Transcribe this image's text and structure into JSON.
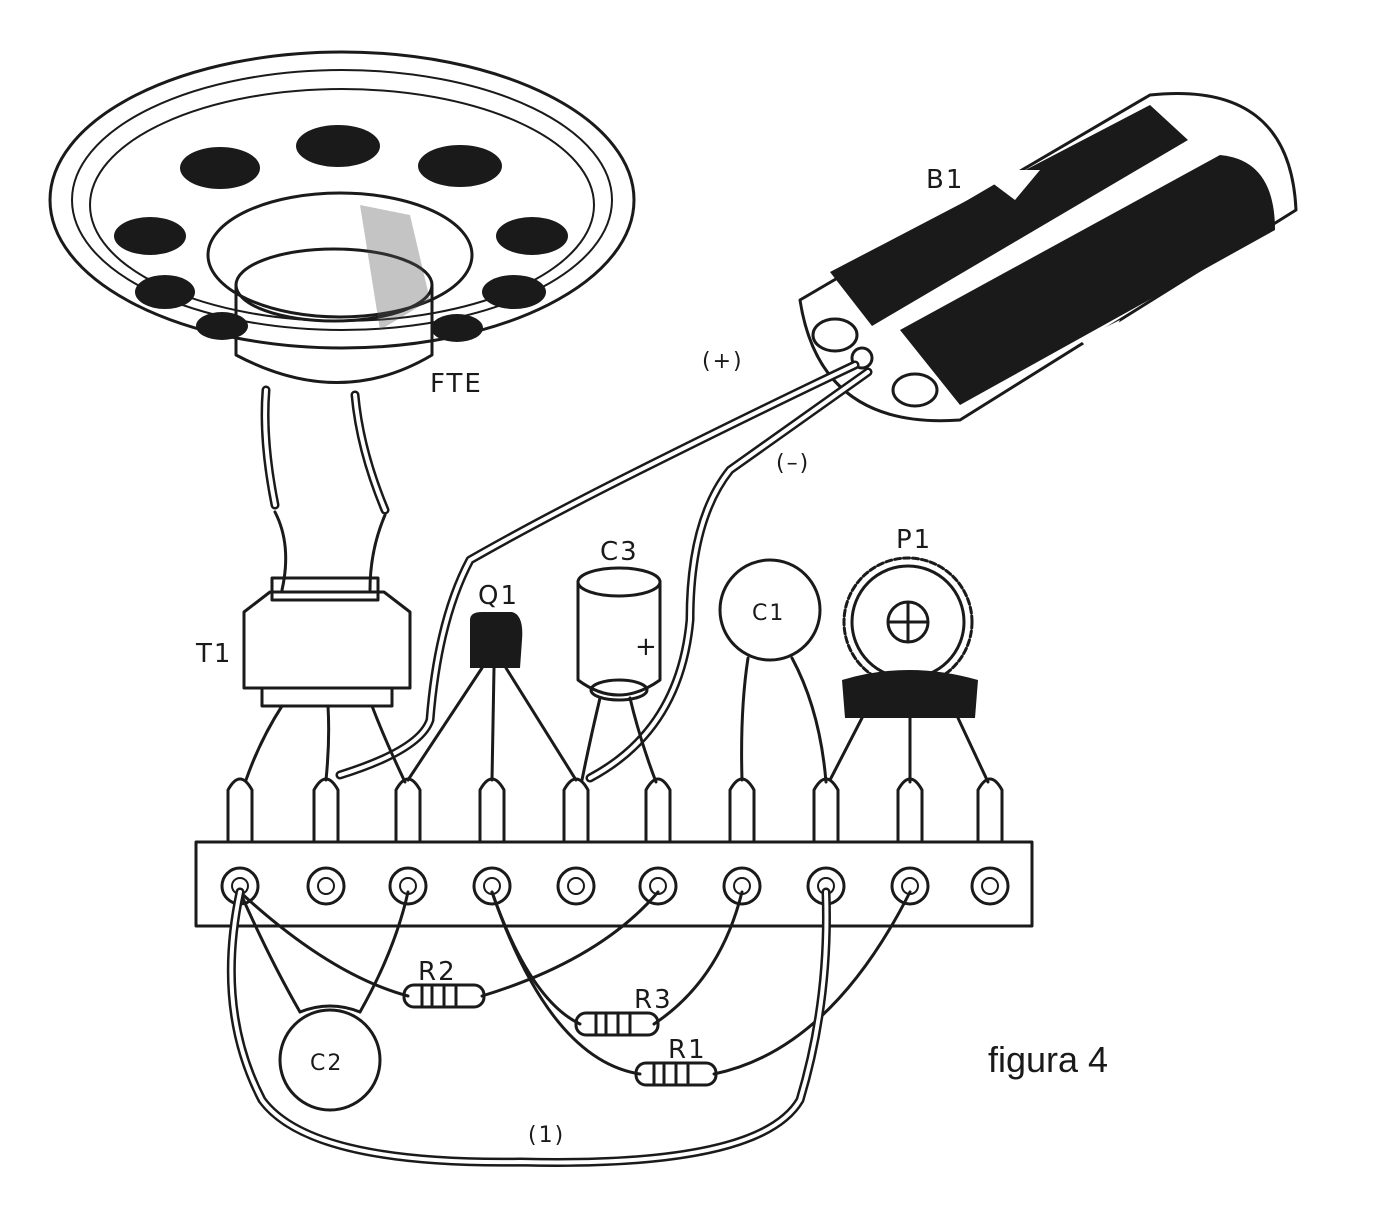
{
  "labels": {
    "fte": "FTE",
    "b1": "B1",
    "plus": "(+)",
    "minus": "(–)",
    "t1": "T1",
    "q1": "Q1",
    "c3": "C3",
    "c3_polarity": "+",
    "c1": "C1",
    "p1": "P1",
    "r2": "R2",
    "r3": "R3",
    "r1": "R1",
    "c2": "C2",
    "jumper": "(1)",
    "figure": "figura 4"
  }
}
